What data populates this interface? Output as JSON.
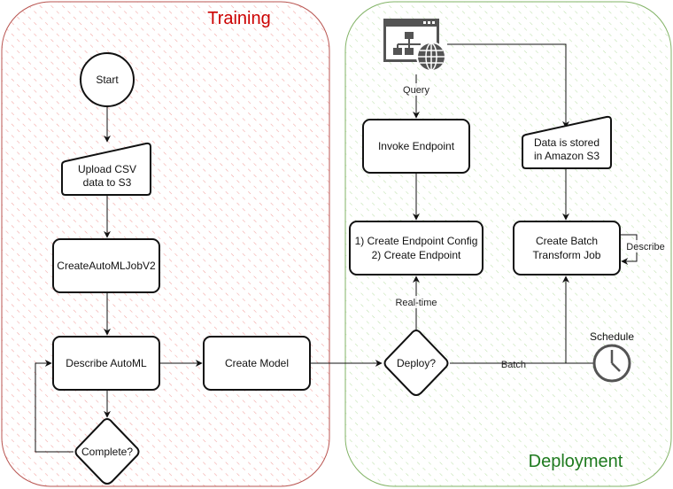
{
  "containers": {
    "training": {
      "title": "Training",
      "title_color": "#cc0000",
      "border_color": "#b85450",
      "hatch_color": "#f19c99"
    },
    "deployment": {
      "title": "Deployment",
      "title_color": "#1e7a1e",
      "border_color": "#82b366",
      "hatch_color": "#b9e0a5"
    }
  },
  "nodes": {
    "start": "Start",
    "upload_csv": [
      "Upload CSV",
      "data to S3"
    ],
    "create_automl_job": "CreateAutoMLJobV2",
    "describe_automl": "Describe AutoML",
    "complete": "Complete?",
    "create_model": "Create Model",
    "deploy": "Deploy?",
    "invoke_endpoint": "Invoke Endpoint",
    "create_endpoint": [
      "1) Create Endpoint Config",
      "2) Create Endpoint"
    ],
    "data_stored": [
      "Data is stored",
      "in Amazon S3"
    ],
    "create_batch": [
      "Create Batch",
      "Transform Job"
    ],
    "schedule": "Schedule"
  },
  "edge_labels": {
    "query": "Query",
    "real_time": "Real-time",
    "batch": "Batch",
    "describe": "Describe"
  },
  "icons": {
    "web_app": "web-application-globe-icon",
    "schedule": "clock-icon"
  },
  "colors": {
    "stroke": "#111111",
    "icon_gray": "#545454"
  }
}
